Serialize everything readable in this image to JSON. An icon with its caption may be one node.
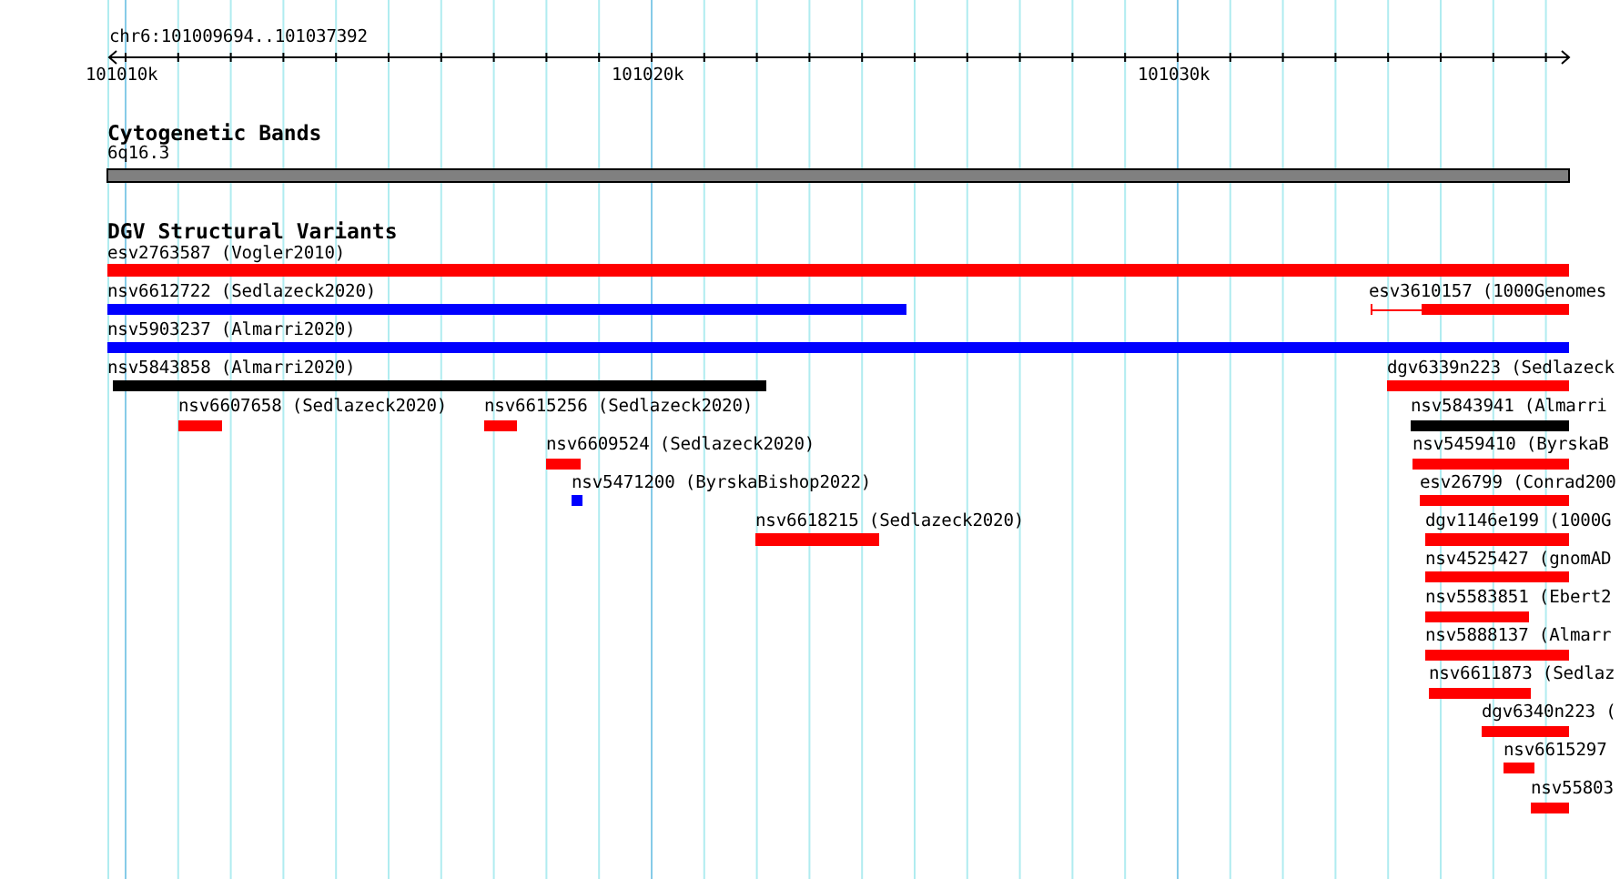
{
  "diagram": {
    "nodes": [
      {
        "text": [
          "6q16.3"
        ]
      },
      {
        "text": [
          "esv2763587 (Vogler2010)"
        ]
      },
      {
        "text": [
          "nsv6612722 (Sedlazeck2020)"
        ]
      },
      {
        "text": [
          "esv3610157 (1000Genomes"
        ]
      },
      {
        "text": [
          "nsv5903237 (Almarri2020)"
        ]
      },
      {
        "text": [
          "nsv5843858 (Almarri2020)"
        ]
      },
      {
        "text": [
          "dgv6339n223 (Sedlazeck"
        ]
      },
      {
        "text": [
          "nsv6607658 (Sedlazeck2020)"
        ]
      },
      {
        "text": [
          "nsv6615256 (Sedlazeck2020)"
        ]
      },
      {
        "text": [
          "nsv5843941 (Almarri"
        ]
      },
      {
        "text": [
          "nsv6609524 (Sedlazeck2020)"
        ]
      },
      {
        "text": [
          "nsv5459410 (ByrskaB"
        ]
      },
      {
        "text": [
          "nsv5471200 (ByrskaBishop2022)"
        ]
      },
      {
        "text": [
          "esv26799 (Conrad200"
        ]
      },
      {
        "text": [
          "nsv6618215 (Sedlazeck2020)"
        ]
      },
      {
        "text": [
          "dgv1146e199 (1000G"
        ]
      },
      {
        "text": [
          "nsv4525427 (gnomAD"
        ]
      },
      {
        "text": [
          "nsv5583851 (Ebert2"
        ]
      },
      {
        "text": [
          "nsv5888137 (Almarr"
        ]
      },
      {
        "text": [
          "nsv6611873 (Sedlaz"
        ]
      },
      {
        "text": [
          "dgv6340n223 ("
        ]
      },
      {
        "text": [
          "nsv6615297"
        ]
      },
      {
        "text": [
          "nsv55803"
        ]
      }
    ],
    "labels": [
      "chr6:101009694..101037392",
      "101010k",
      "101020k",
      "101030k",
      "Cytogenetic Bands",
      "DGV Structural Variants"
    ]
  }
}
